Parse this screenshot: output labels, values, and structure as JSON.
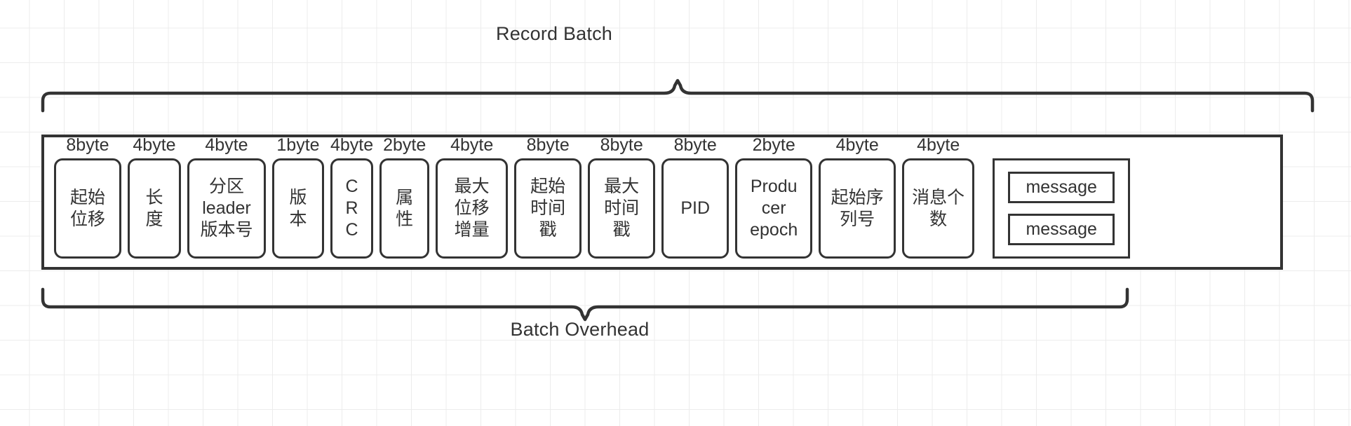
{
  "diagram": {
    "top_label": "Record Batch",
    "bottom_label": "Batch Overhead",
    "stroke_color": "#333333",
    "background_color": "#ffffff",
    "grid_color": "#ececec"
  },
  "record_batch": {
    "fields": [
      {
        "size": "8byte",
        "label": "起始\n位移"
      },
      {
        "size": "4byte",
        "label": "长\n度"
      },
      {
        "size": "4byte",
        "label": "分区\nleader\n版本号"
      },
      {
        "size": "1byte",
        "label": "版\n本"
      },
      {
        "size": "4byte",
        "label": "C\nR\nC"
      },
      {
        "size": "2byte",
        "label": "属\n性"
      },
      {
        "size": "4byte",
        "label": "最大\n位移\n增量"
      },
      {
        "size": "8byte",
        "label": "起始\n时间\n戳"
      },
      {
        "size": "8byte",
        "label": "最大\n时间\n戳"
      },
      {
        "size": "8byte",
        "label": "PID"
      },
      {
        "size": "2byte",
        "label": "Produ\ncer\nepoch"
      },
      {
        "size": "4byte",
        "label": "起始序\n列号"
      },
      {
        "size": "4byte",
        "label": "消息个\n数"
      }
    ],
    "messages": [
      {
        "label": "message"
      },
      {
        "label": "message"
      }
    ]
  }
}
